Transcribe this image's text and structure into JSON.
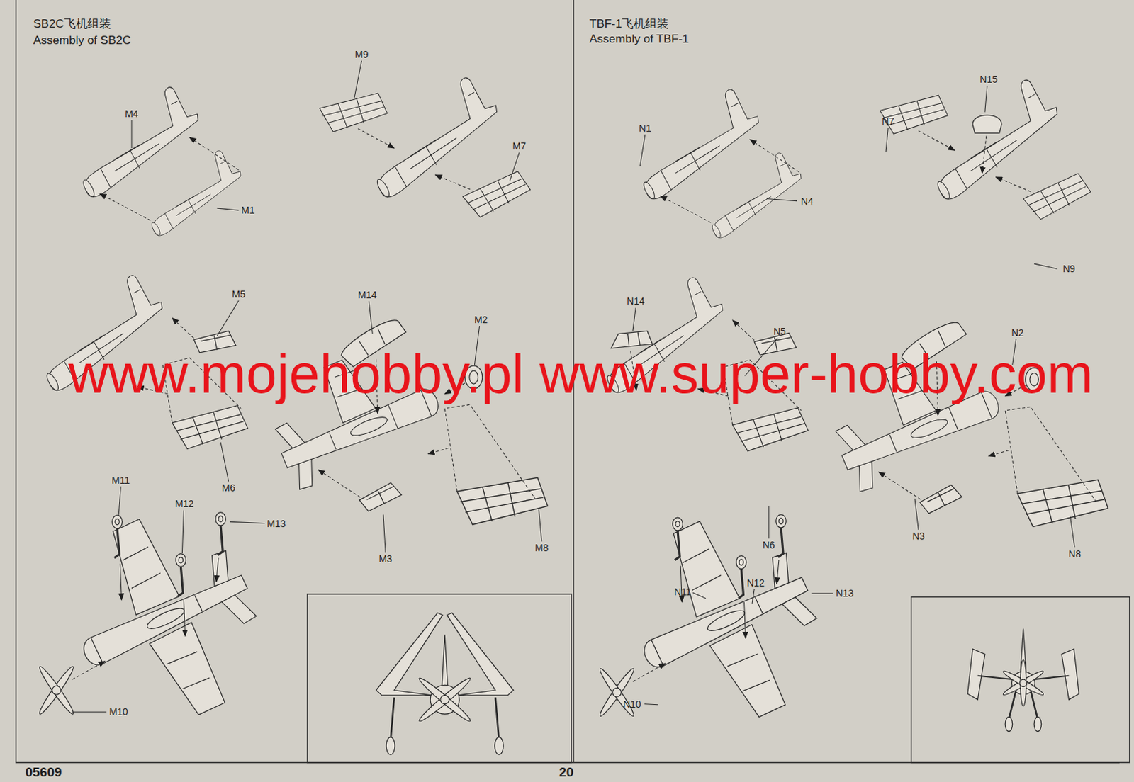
{
  "diagram": {
    "labels": [
      "SB2C飞机组装",
      "Assembly of SB2C",
      "TBF-1飞机组装",
      "Assembly of TBF-1",
      "M9",
      "M4",
      "M7",
      "M1",
      "M5",
      "M14",
      "M2",
      "M11",
      "M6",
      "M12",
      "M13",
      "M8",
      "M3",
      "M10",
      "N15",
      "N7",
      "N1",
      "N4",
      "N9",
      "N14",
      "N5",
      "N2",
      "N3",
      "N6",
      "N8",
      "N12",
      "N11",
      "N13",
      "N10",
      "www.mojehobby.pl www.super-hobby.com",
      "05609",
      "20"
    ]
  }
}
